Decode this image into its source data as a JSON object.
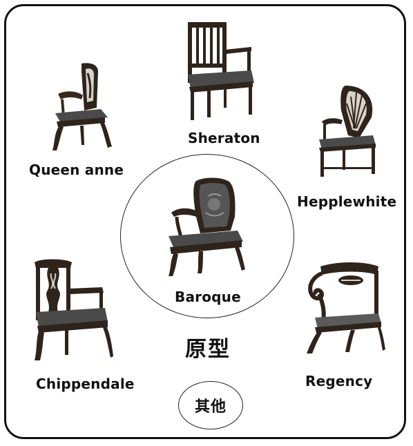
{
  "diagram": {
    "center": {
      "label": "Baroque",
      "chair_icon": "baroque-chair-icon"
    },
    "prototype_label": "原型",
    "other_label": "其他",
    "styles": [
      {
        "id": "queen-anne",
        "label": "Queen anne",
        "chair_icon": "queen-anne-chair-icon"
      },
      {
        "id": "sheraton",
        "label": "Sheraton",
        "chair_icon": "sheraton-chair-icon"
      },
      {
        "id": "hepplewhite",
        "label": "Hepplewhite",
        "chair_icon": "hepplewhite-chair-icon"
      },
      {
        "id": "chippendale",
        "label": "Chippendale",
        "chair_icon": "chippendale-chair-icon"
      },
      {
        "id": "regency",
        "label": "Regency",
        "chair_icon": "regency-chair-icon"
      }
    ]
  },
  "colors": {
    "ink": "#111111",
    "wood": "#3a2a1e",
    "upholstery": "#4a4a4a",
    "background": "#ffffff"
  }
}
